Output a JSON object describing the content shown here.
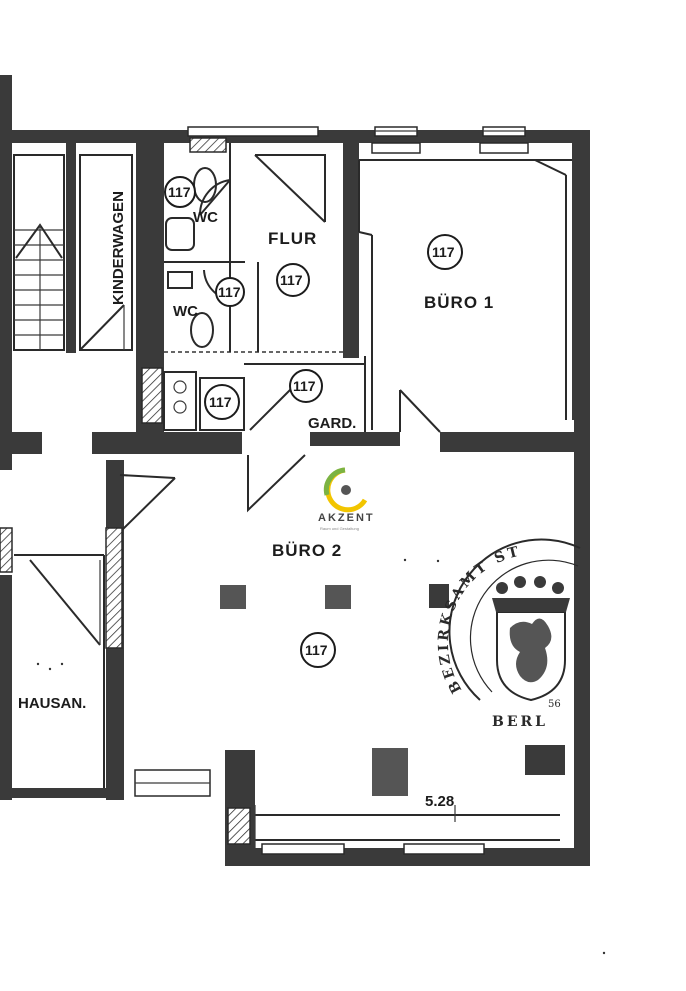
{
  "rooms": {
    "kinderwagen": "KINDERWAGEN",
    "wc1": "WC",
    "wc2": "WC",
    "flur": "FLUR",
    "buero1": "BÜRO 1",
    "gard": "GARD.",
    "buero2": "BÜRO 2",
    "hausan": "HAUSAN."
  },
  "room_number": "117",
  "dimension": "5.28",
  "logo": {
    "text": "AKZENT",
    "tagline": "Raum und Gestaltung",
    "colors": {
      "green": "#7cb342",
      "yellow": "#f2c500"
    }
  },
  "stamp": {
    "top_text": "BEZIRKSAMT ST",
    "bottom_text": "BERL",
    "number": "56"
  }
}
